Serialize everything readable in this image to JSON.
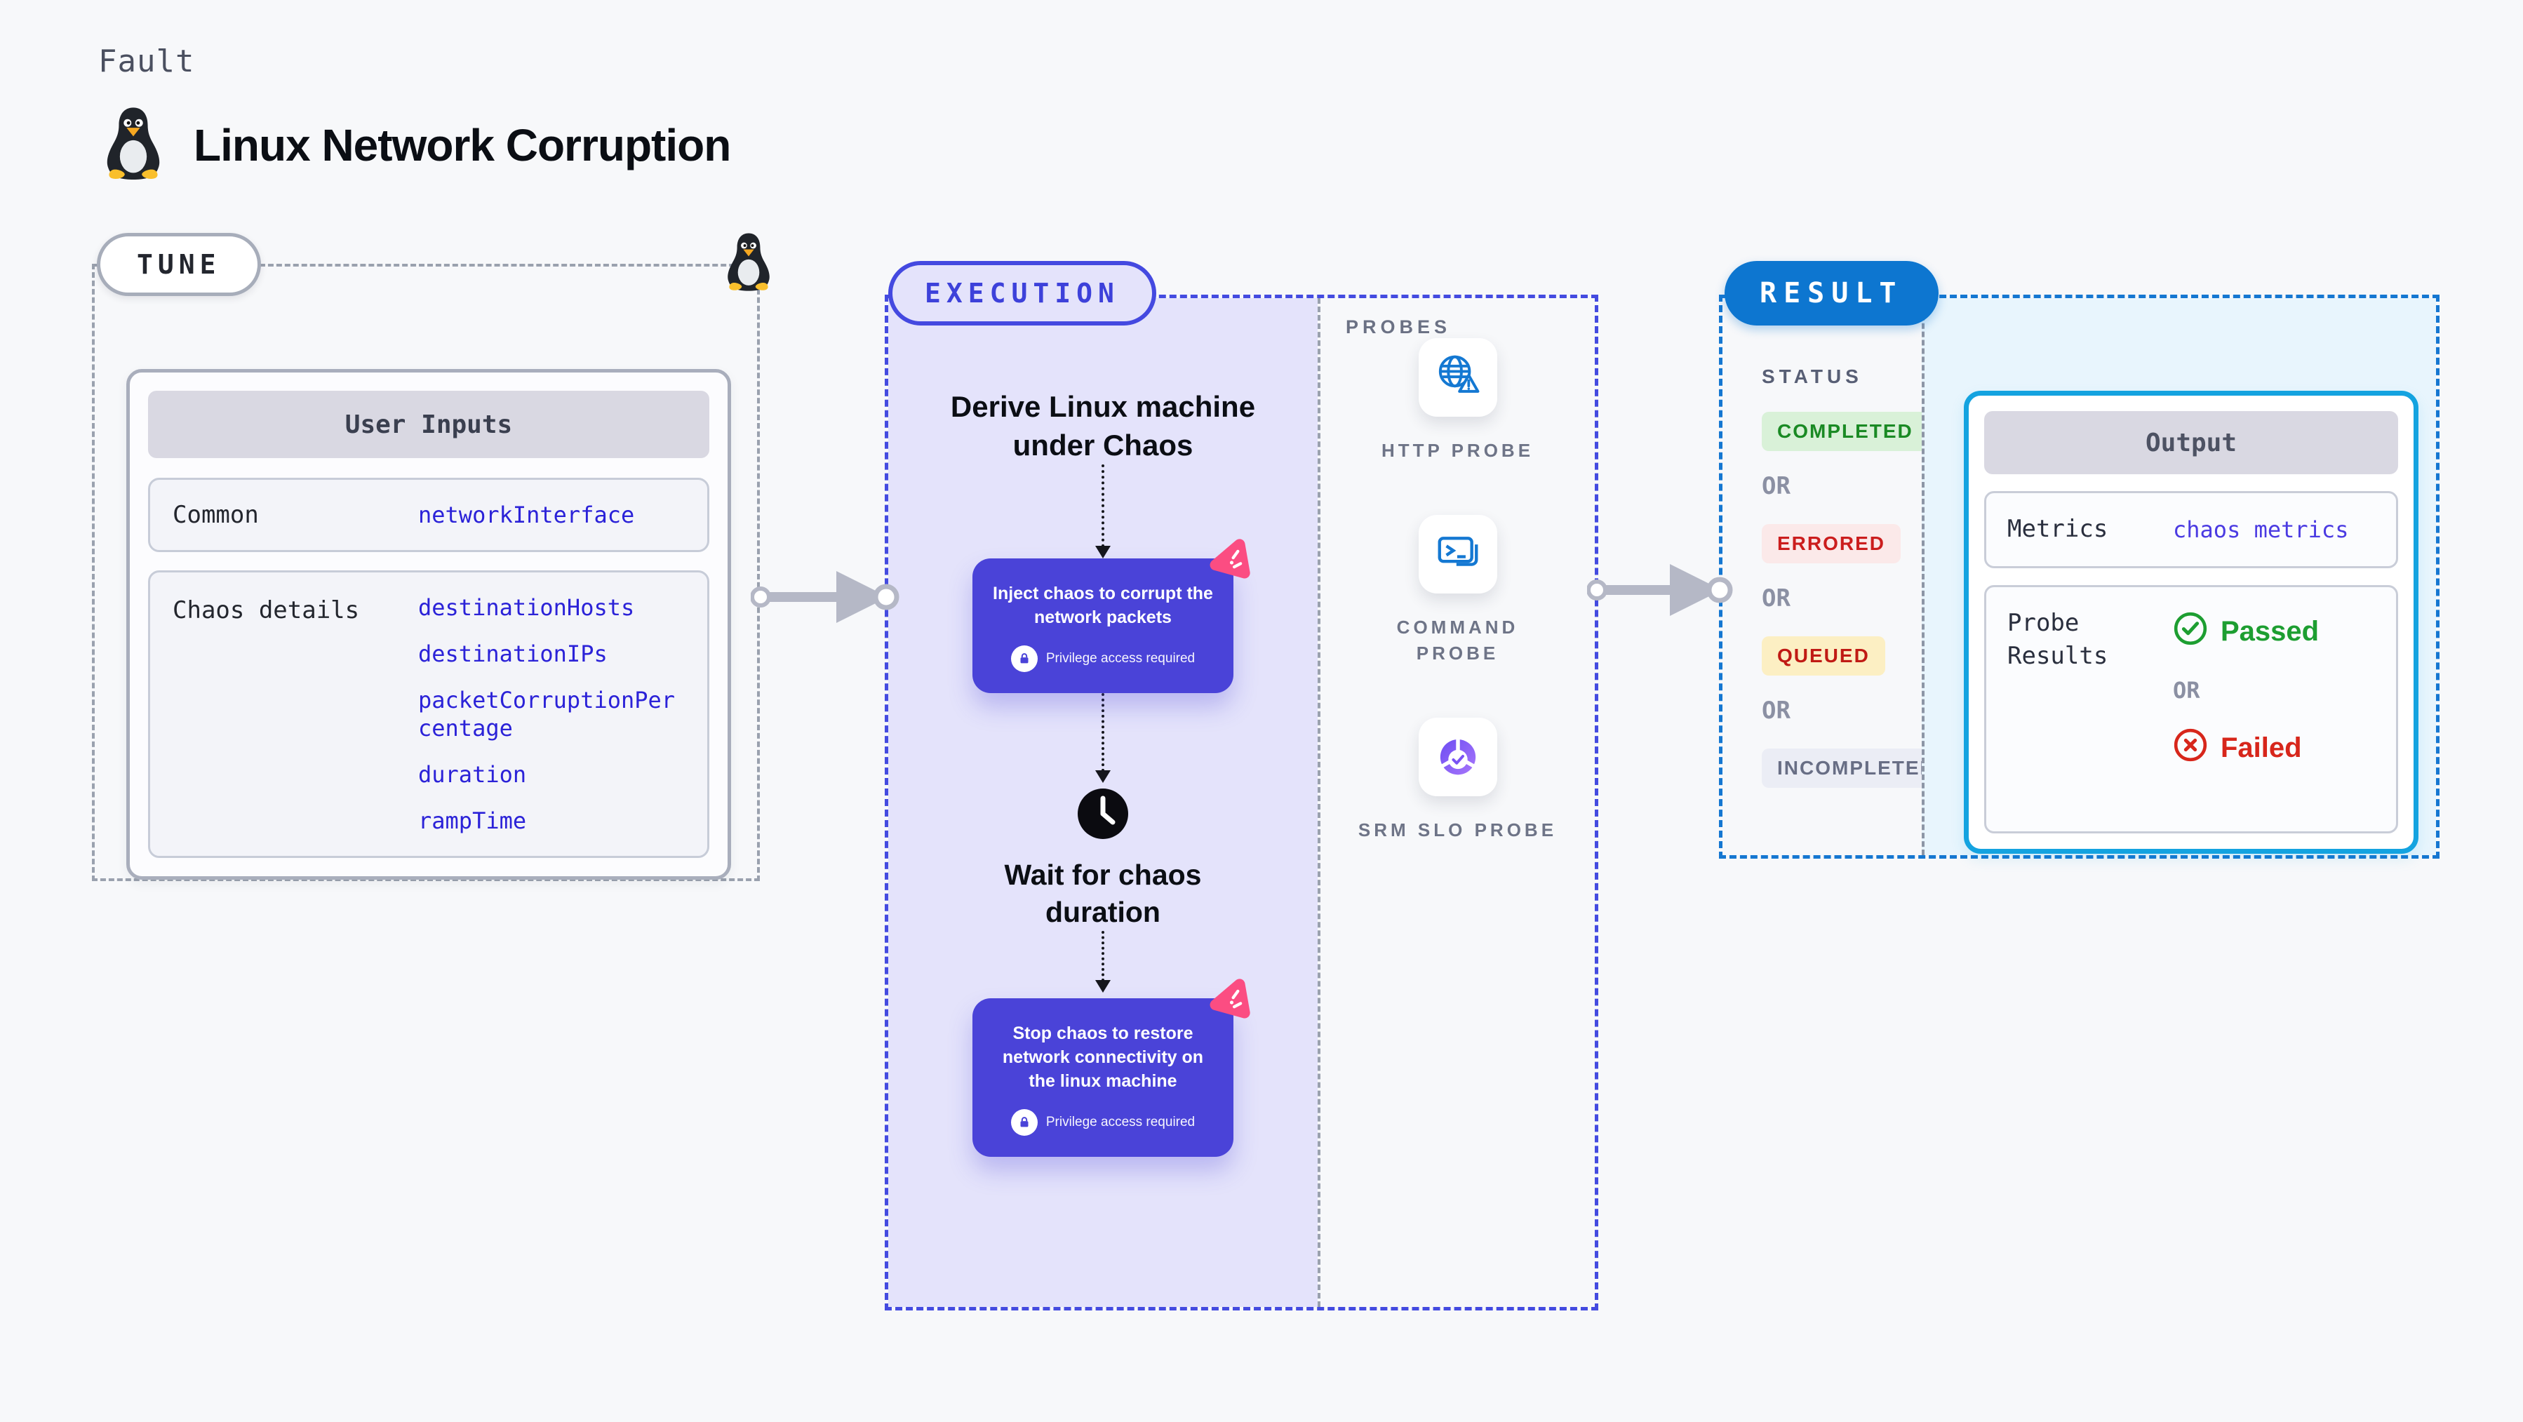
{
  "page": {
    "kicker": "Fault",
    "title": "Linux Network Corruption"
  },
  "tune": {
    "badge": "TUNE",
    "table": {
      "title": "User Inputs",
      "rows": [
        {
          "label": "Common",
          "values": [
            "networkInterface"
          ]
        },
        {
          "label": "Chaos details",
          "values": [
            "destinationHosts",
            "destinationIPs",
            "packetCorruptionPercentage",
            "duration",
            "rampTime"
          ]
        }
      ]
    }
  },
  "execution": {
    "badge": "EXECUTION",
    "derive_step": "Derive Linux machine under Chaos",
    "inject_step": "Inject chaos to corrupt the network packets",
    "privilege_note": "Privilege access required",
    "wait_step": "Wait for chaos duration",
    "stop_step": "Stop chaos to restore network connectivity on the linux machine"
  },
  "probes": {
    "label": "PROBES",
    "items": [
      {
        "label": "HTTP PROBE",
        "icon": "globe-warning-icon"
      },
      {
        "label": "COMMAND PROBE",
        "icon": "terminal-icon"
      },
      {
        "label": "SRM SLO PROBE",
        "icon": "slo-pie-icon"
      }
    ]
  },
  "result": {
    "badge": "RESULT",
    "status": {
      "label": "STATUS",
      "separator": "OR",
      "options": [
        "COMPLETED",
        "ERRORED",
        "QUEUED",
        "INCOMPLETED"
      ]
    },
    "output": {
      "title": "Output",
      "metrics_label": "Metrics",
      "metrics_value": "chaos metrics",
      "probe_results_label": "Probe Results",
      "passed_label": "Passed",
      "separator": "OR",
      "failed_label": "Failed"
    }
  },
  "colors": {
    "page_bg": "#f7f8fa",
    "tune_dash": "#9aa1ae",
    "execution_dash": "#444be0",
    "execution_fill": "#e4e3fb",
    "chaos_node": "#4a43d8",
    "chaos_logo_pink": "#fb4d82",
    "result_dash": "#1577d1",
    "result_pill": "#0d76d0",
    "result_pane_fill": "#e8f5fd",
    "output_border": "#14a3e0",
    "input_value_blue": "#2b22d8",
    "metrics_value_blue": "#4b3be2",
    "completed_green": "#1a8a24",
    "errored_red": "#cb1d1d",
    "queued_amber_bg": "#fcefc3",
    "incompleted_gray": "#686e85",
    "passed_green": "#1d9e31",
    "failed_red": "#d7261b",
    "probe_icon_blue": "#1478d2",
    "slo_purple": "#8a5cf5",
    "arrow_gray": "#b5b8c6"
  }
}
